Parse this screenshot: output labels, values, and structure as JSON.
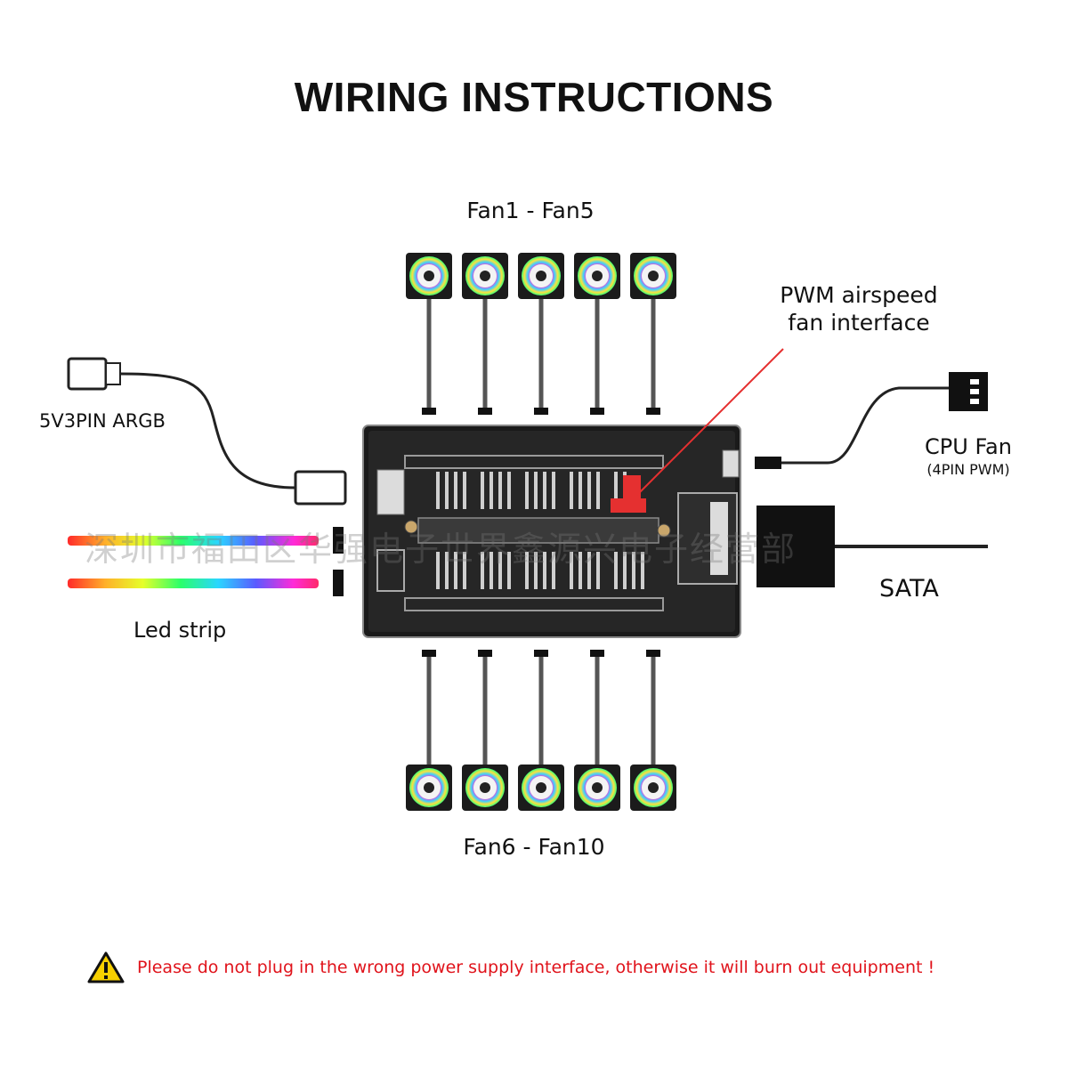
{
  "title": "WIRING INSTRUCTIONS",
  "labels": {
    "fans_top": "Fan1 - Fan5",
    "fans_bottom": "Fan6 - Fan10",
    "pwm_line1": "PWM airspeed",
    "pwm_line2": "fan interface",
    "argb": "5V3PIN ARGB",
    "cpu_fan": "CPU Fan",
    "cpu_fan_sub": "(4PIN PWM)",
    "sata": "SATA",
    "led_strip": "Led strip"
  },
  "watermark": "深圳市福田区华强电子世界鑫源兴电子经营部",
  "warning": {
    "icon": "warning-triangle-icon",
    "text": "Please do not plug in the wrong power supply interface, otherwise it will burn out equipment !"
  },
  "colors": {
    "warning_text": "#e0131b",
    "pwm_pointer": "#e53030",
    "board": "#1a1a1a"
  }
}
